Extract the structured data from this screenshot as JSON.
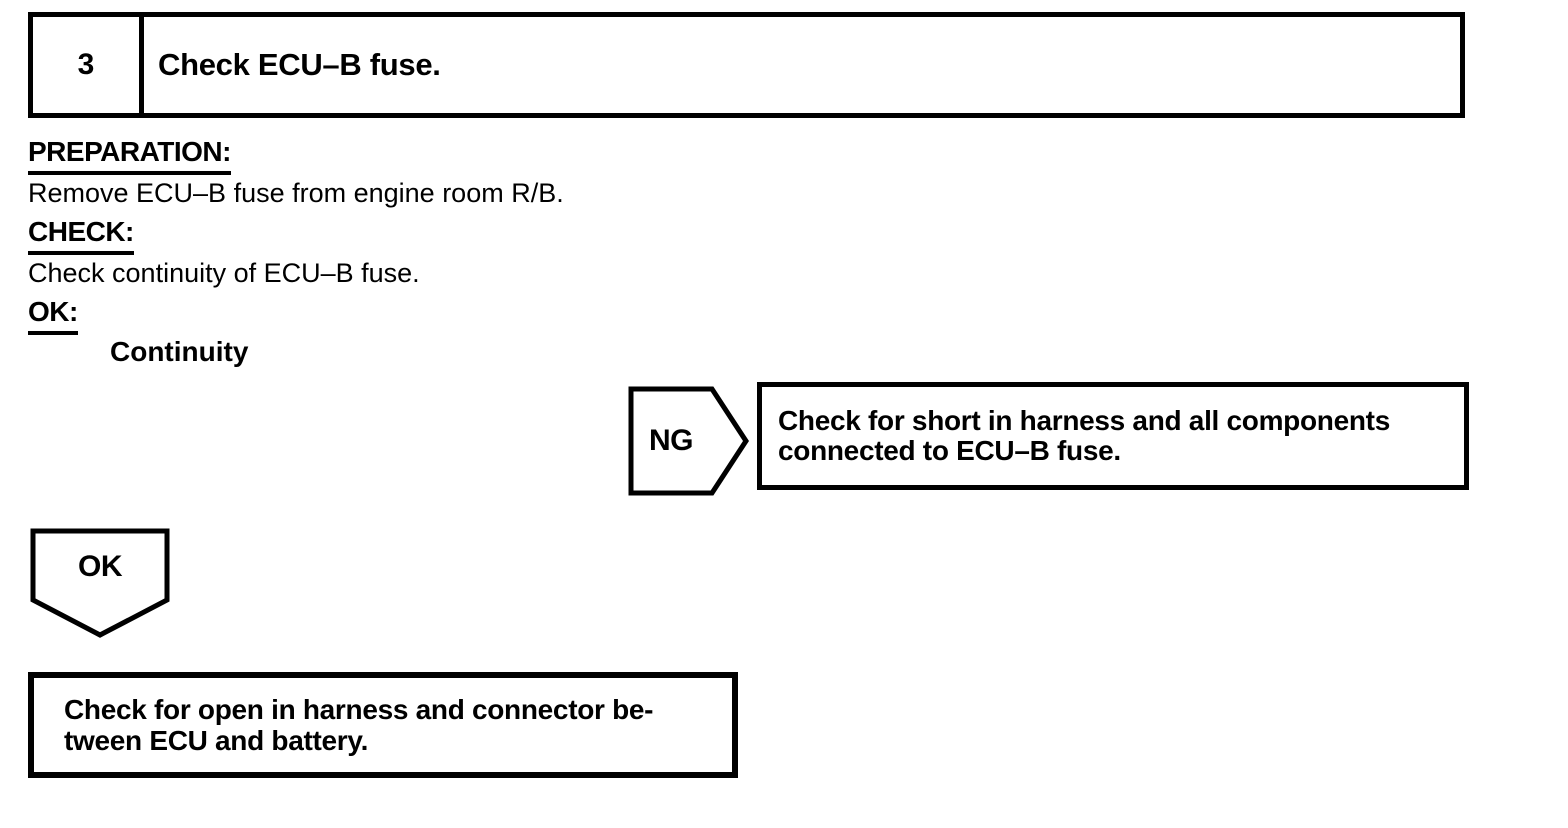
{
  "header": {
    "step_number": "3",
    "step_title": "Check ECU–B fuse."
  },
  "procedure": {
    "preparation_label": "PREPARATION:",
    "preparation_text": "Remove ECU–B fuse from engine room R/B.",
    "check_label": "CHECK:",
    "check_text": "Check continuity of ECU–B fuse.",
    "ok_label": "OK:",
    "ok_value": "Continuity"
  },
  "flowchart": {
    "ng_label": "NG",
    "ng_action_lines": [
      "Check for short in harness and all components",
      "connected to ECU–B fuse."
    ],
    "ok_label": "OK",
    "ok_action_lines": [
      "Check for open in harness and connector be-",
      "tween ECU and battery."
    ]
  },
  "colors": {
    "ink": "#000000",
    "paper": "#ffffff"
  }
}
